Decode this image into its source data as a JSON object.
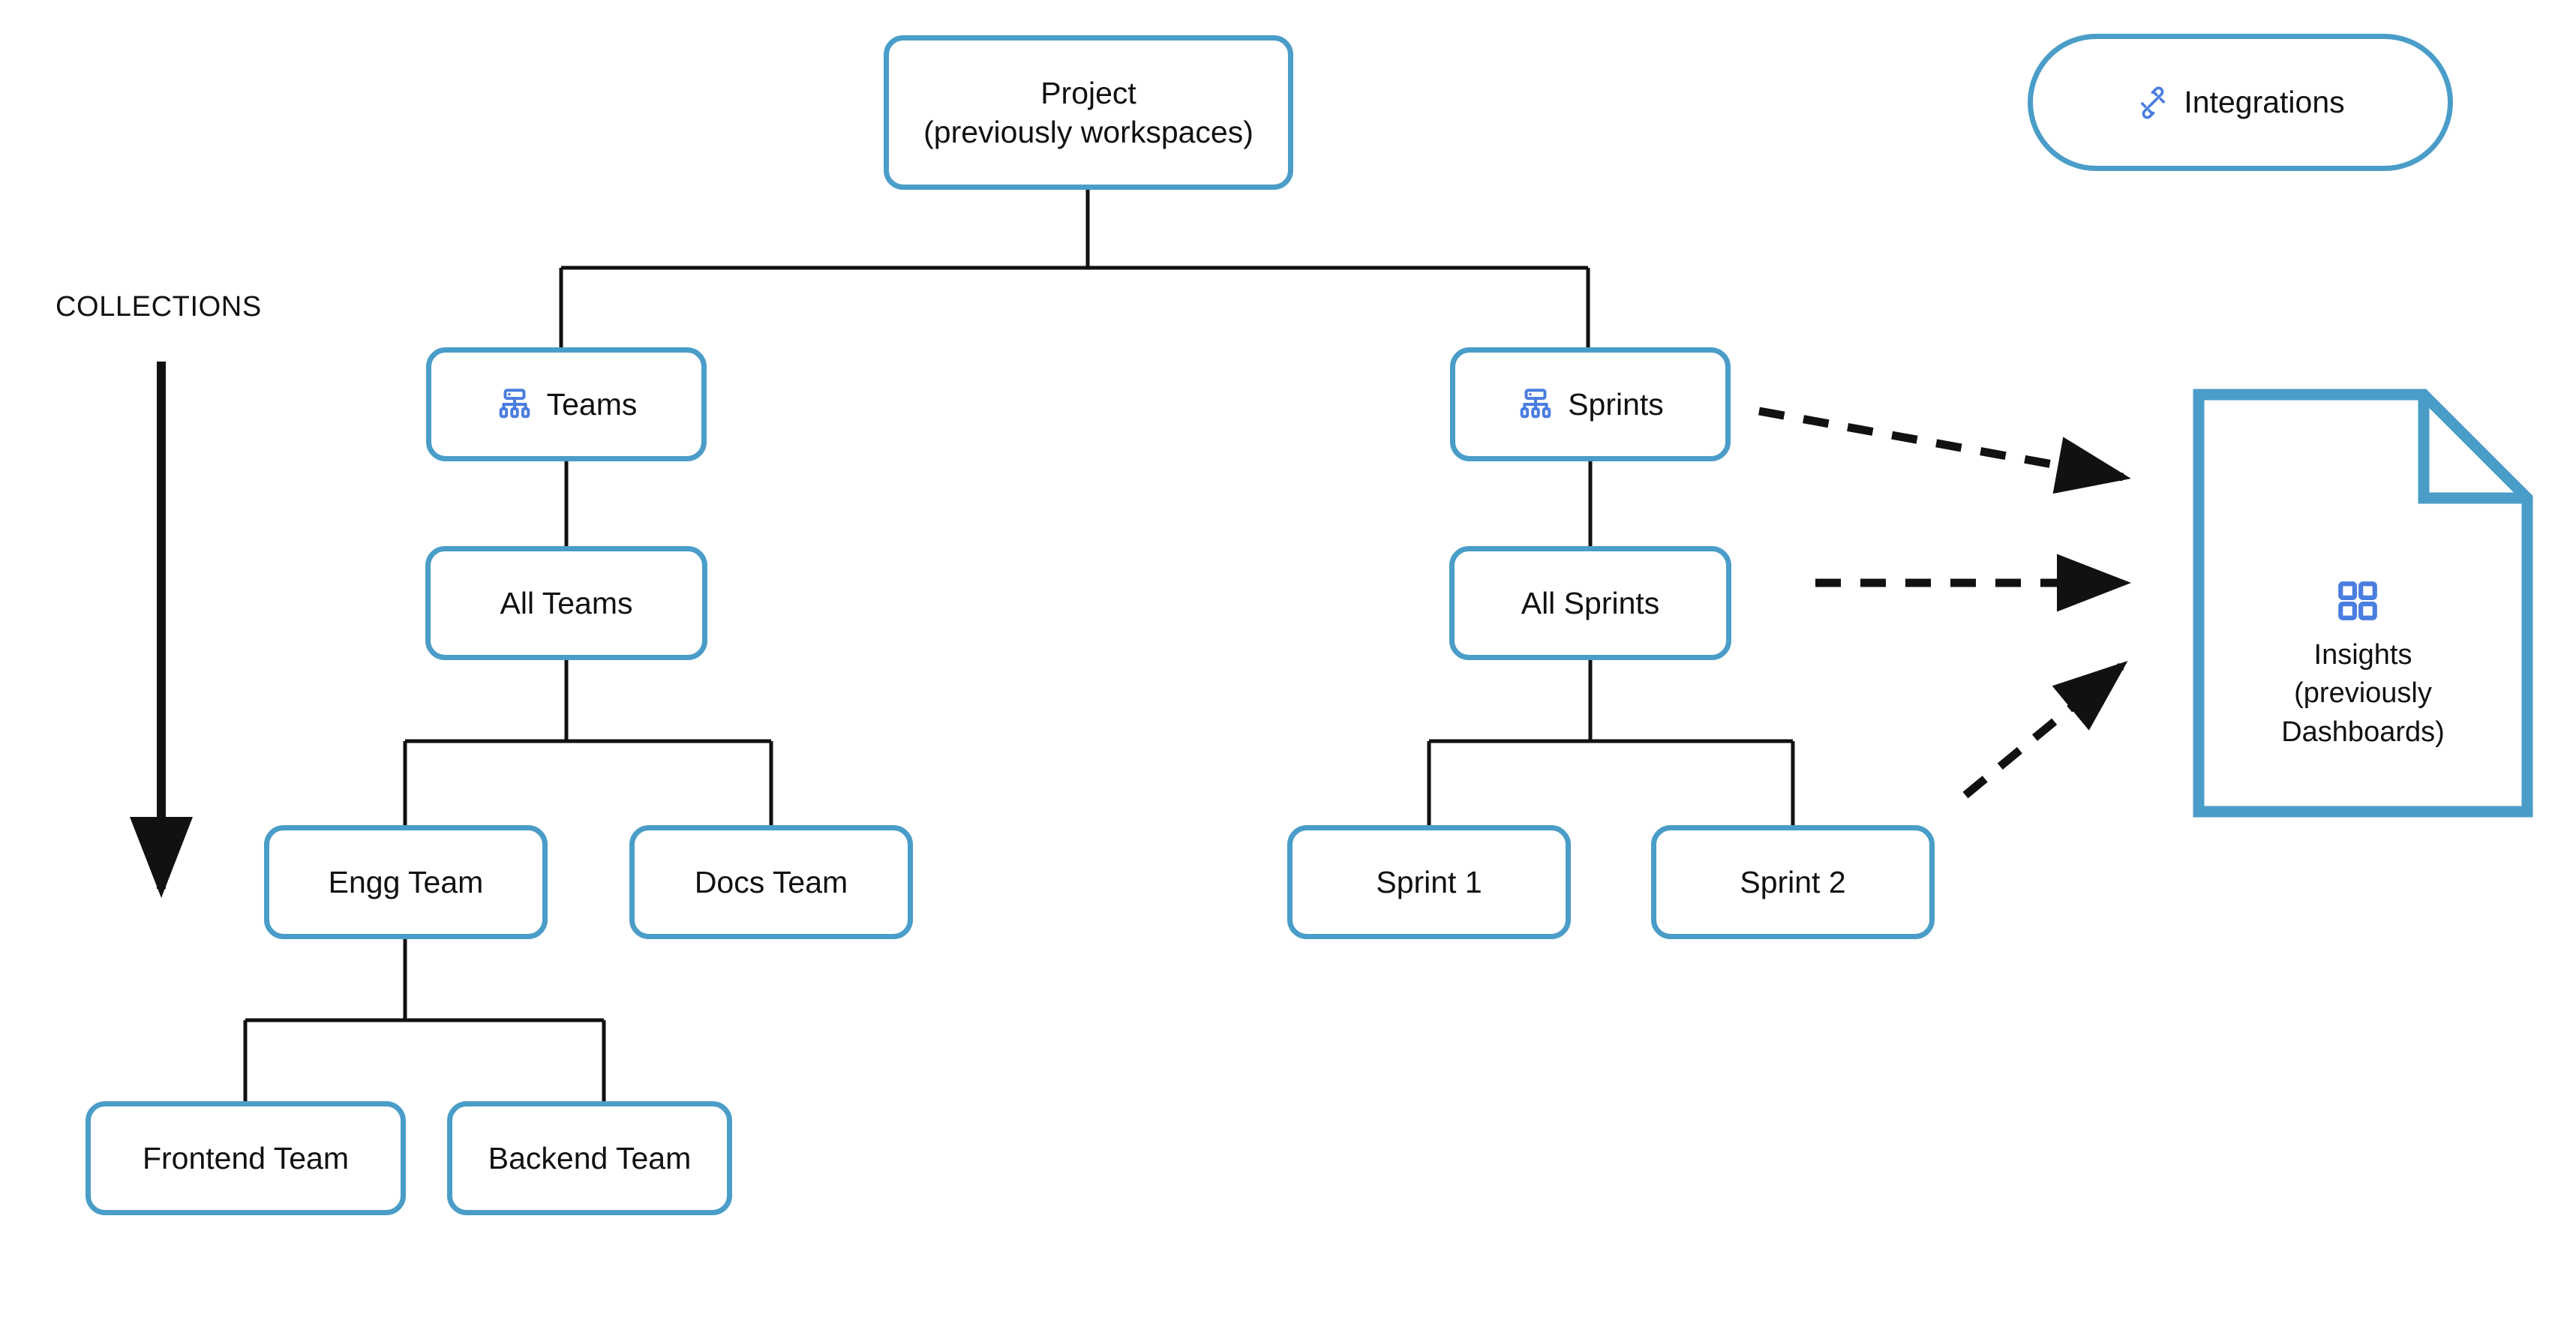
{
  "diagram": {
    "title": "Project hierarchy and collections diagram",
    "accent_color": "#4a9dc8",
    "icon_color": "#4a7de0",
    "connector_color": "#111111",
    "background": "#ffffff",
    "side_labels": [
      {
        "text": "COLLECTIONS"
      }
    ],
    "nodes": [
      {
        "id": "project",
        "label": "Project\n(previously workspaces)",
        "icon": "none"
      },
      {
        "id": "teams",
        "label": "Teams",
        "icon": "hierarchy-icon"
      },
      {
        "id": "sprints",
        "label": "Sprints",
        "icon": "hierarchy-icon"
      },
      {
        "id": "all-teams",
        "label": "All Teams",
        "icon": "none"
      },
      {
        "id": "all-sprints",
        "label": "All Sprints",
        "icon": "none"
      },
      {
        "id": "engg-team",
        "label": "Engg Team",
        "icon": "none"
      },
      {
        "id": "docs-team",
        "label": "Docs Team",
        "icon": "none"
      },
      {
        "id": "sprint-1",
        "label": "Sprint 1",
        "icon": "none"
      },
      {
        "id": "sprint-2",
        "label": "Sprint 2",
        "icon": "none"
      },
      {
        "id": "frontend-team",
        "label": "Frontend Team",
        "icon": "none"
      },
      {
        "id": "backend-team",
        "label": "Backend Team",
        "icon": "none"
      },
      {
        "id": "integrations",
        "label": "Integrations",
        "icon": "plug-icon"
      },
      {
        "id": "insights",
        "label": "Insights\n(previously\nDashboards)",
        "icon": "grid-dashboard-icon"
      }
    ],
    "edges": [
      {
        "from": "project",
        "to": "teams",
        "style": "solid"
      },
      {
        "from": "project",
        "to": "sprints",
        "style": "solid"
      },
      {
        "from": "teams",
        "to": "all-teams",
        "style": "solid"
      },
      {
        "from": "sprints",
        "to": "all-sprints",
        "style": "solid"
      },
      {
        "from": "all-teams",
        "to": "engg-team",
        "style": "solid"
      },
      {
        "from": "all-teams",
        "to": "docs-team",
        "style": "solid"
      },
      {
        "from": "all-sprints",
        "to": "sprint-1",
        "style": "solid"
      },
      {
        "from": "all-sprints",
        "to": "sprint-2",
        "style": "solid"
      },
      {
        "from": "engg-team",
        "to": "frontend-team",
        "style": "solid"
      },
      {
        "from": "engg-team",
        "to": "backend-team",
        "style": "solid"
      },
      {
        "from": "sprints",
        "to": "insights",
        "style": "dashed-arrow"
      },
      {
        "from": "all-sprints",
        "to": "insights",
        "style": "dashed-arrow"
      },
      {
        "from": "sprint-2",
        "to": "insights",
        "style": "dashed-arrow"
      }
    ]
  }
}
